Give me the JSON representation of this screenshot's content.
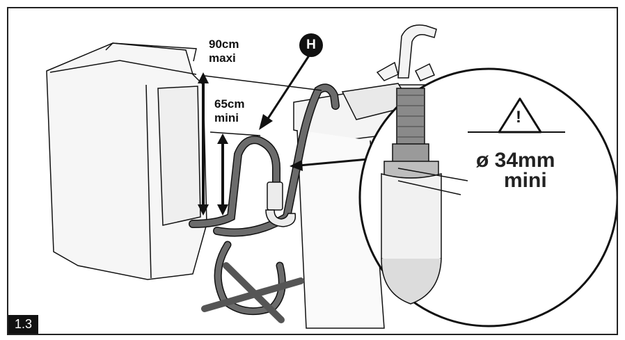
{
  "labels": {
    "max_height": "90cm",
    "max_word": "maxi",
    "min_height": "65cm",
    "min_word": "mini",
    "callout_letter": "H",
    "diameter": "ø 34mm",
    "diameter_word": "mini",
    "warning_glyph": "!"
  },
  "figure": {
    "number": "1.3"
  },
  "colors": {
    "line": "#111111",
    "hose": "#6b6b6b",
    "pale": "#f2f2f2"
  }
}
